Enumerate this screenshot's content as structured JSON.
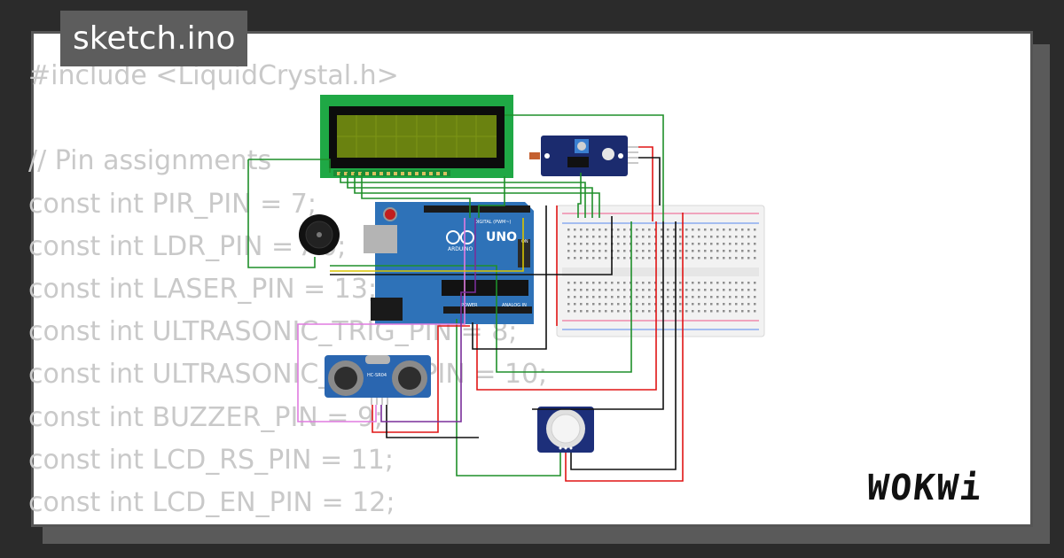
{
  "header": {
    "filename": "sketch.ino"
  },
  "code_lines": [
    "#include <LiquidCrystal.h>",
    "",
    "// Pin assignments",
    "const int PIR_PIN = 7;",
    "const int LDR_PIN = A0;",
    "const int LASER_PIN = 13;",
    "const int ULTRASONIC_TRIG_PIN = 8;",
    "const int ULTRASONIC_ECHO_PIN = 10;",
    "const int BUZZER_PIN = 9;",
    "const int LCD_RS_PIN = 11;",
    "const int LCD_EN_PIN = 12;"
  ],
  "brand": {
    "logo_text": "WOKWi"
  },
  "board": {
    "model_label": "UNO",
    "brand_label": "ARDUINO",
    "digital_label": "DIGITAL (PWM~)",
    "power_label": "POWER",
    "analog_label": "ANALOG IN",
    "on_label": "ON"
  },
  "ultrasonic": {
    "label": "HC-SR04"
  },
  "colors": {
    "background": "#2b2b2b",
    "card": "#ffffff",
    "board": "#2d6fb0",
    "lcd_frame": "#19a23b",
    "lcd_screen": "#6a7f10",
    "wire_green": "#1f8f2a",
    "wire_red": "#e01515",
    "wire_black": "#111111",
    "wire_pink": "#e07be0",
    "wire_purple": "#7a2e9a"
  }
}
